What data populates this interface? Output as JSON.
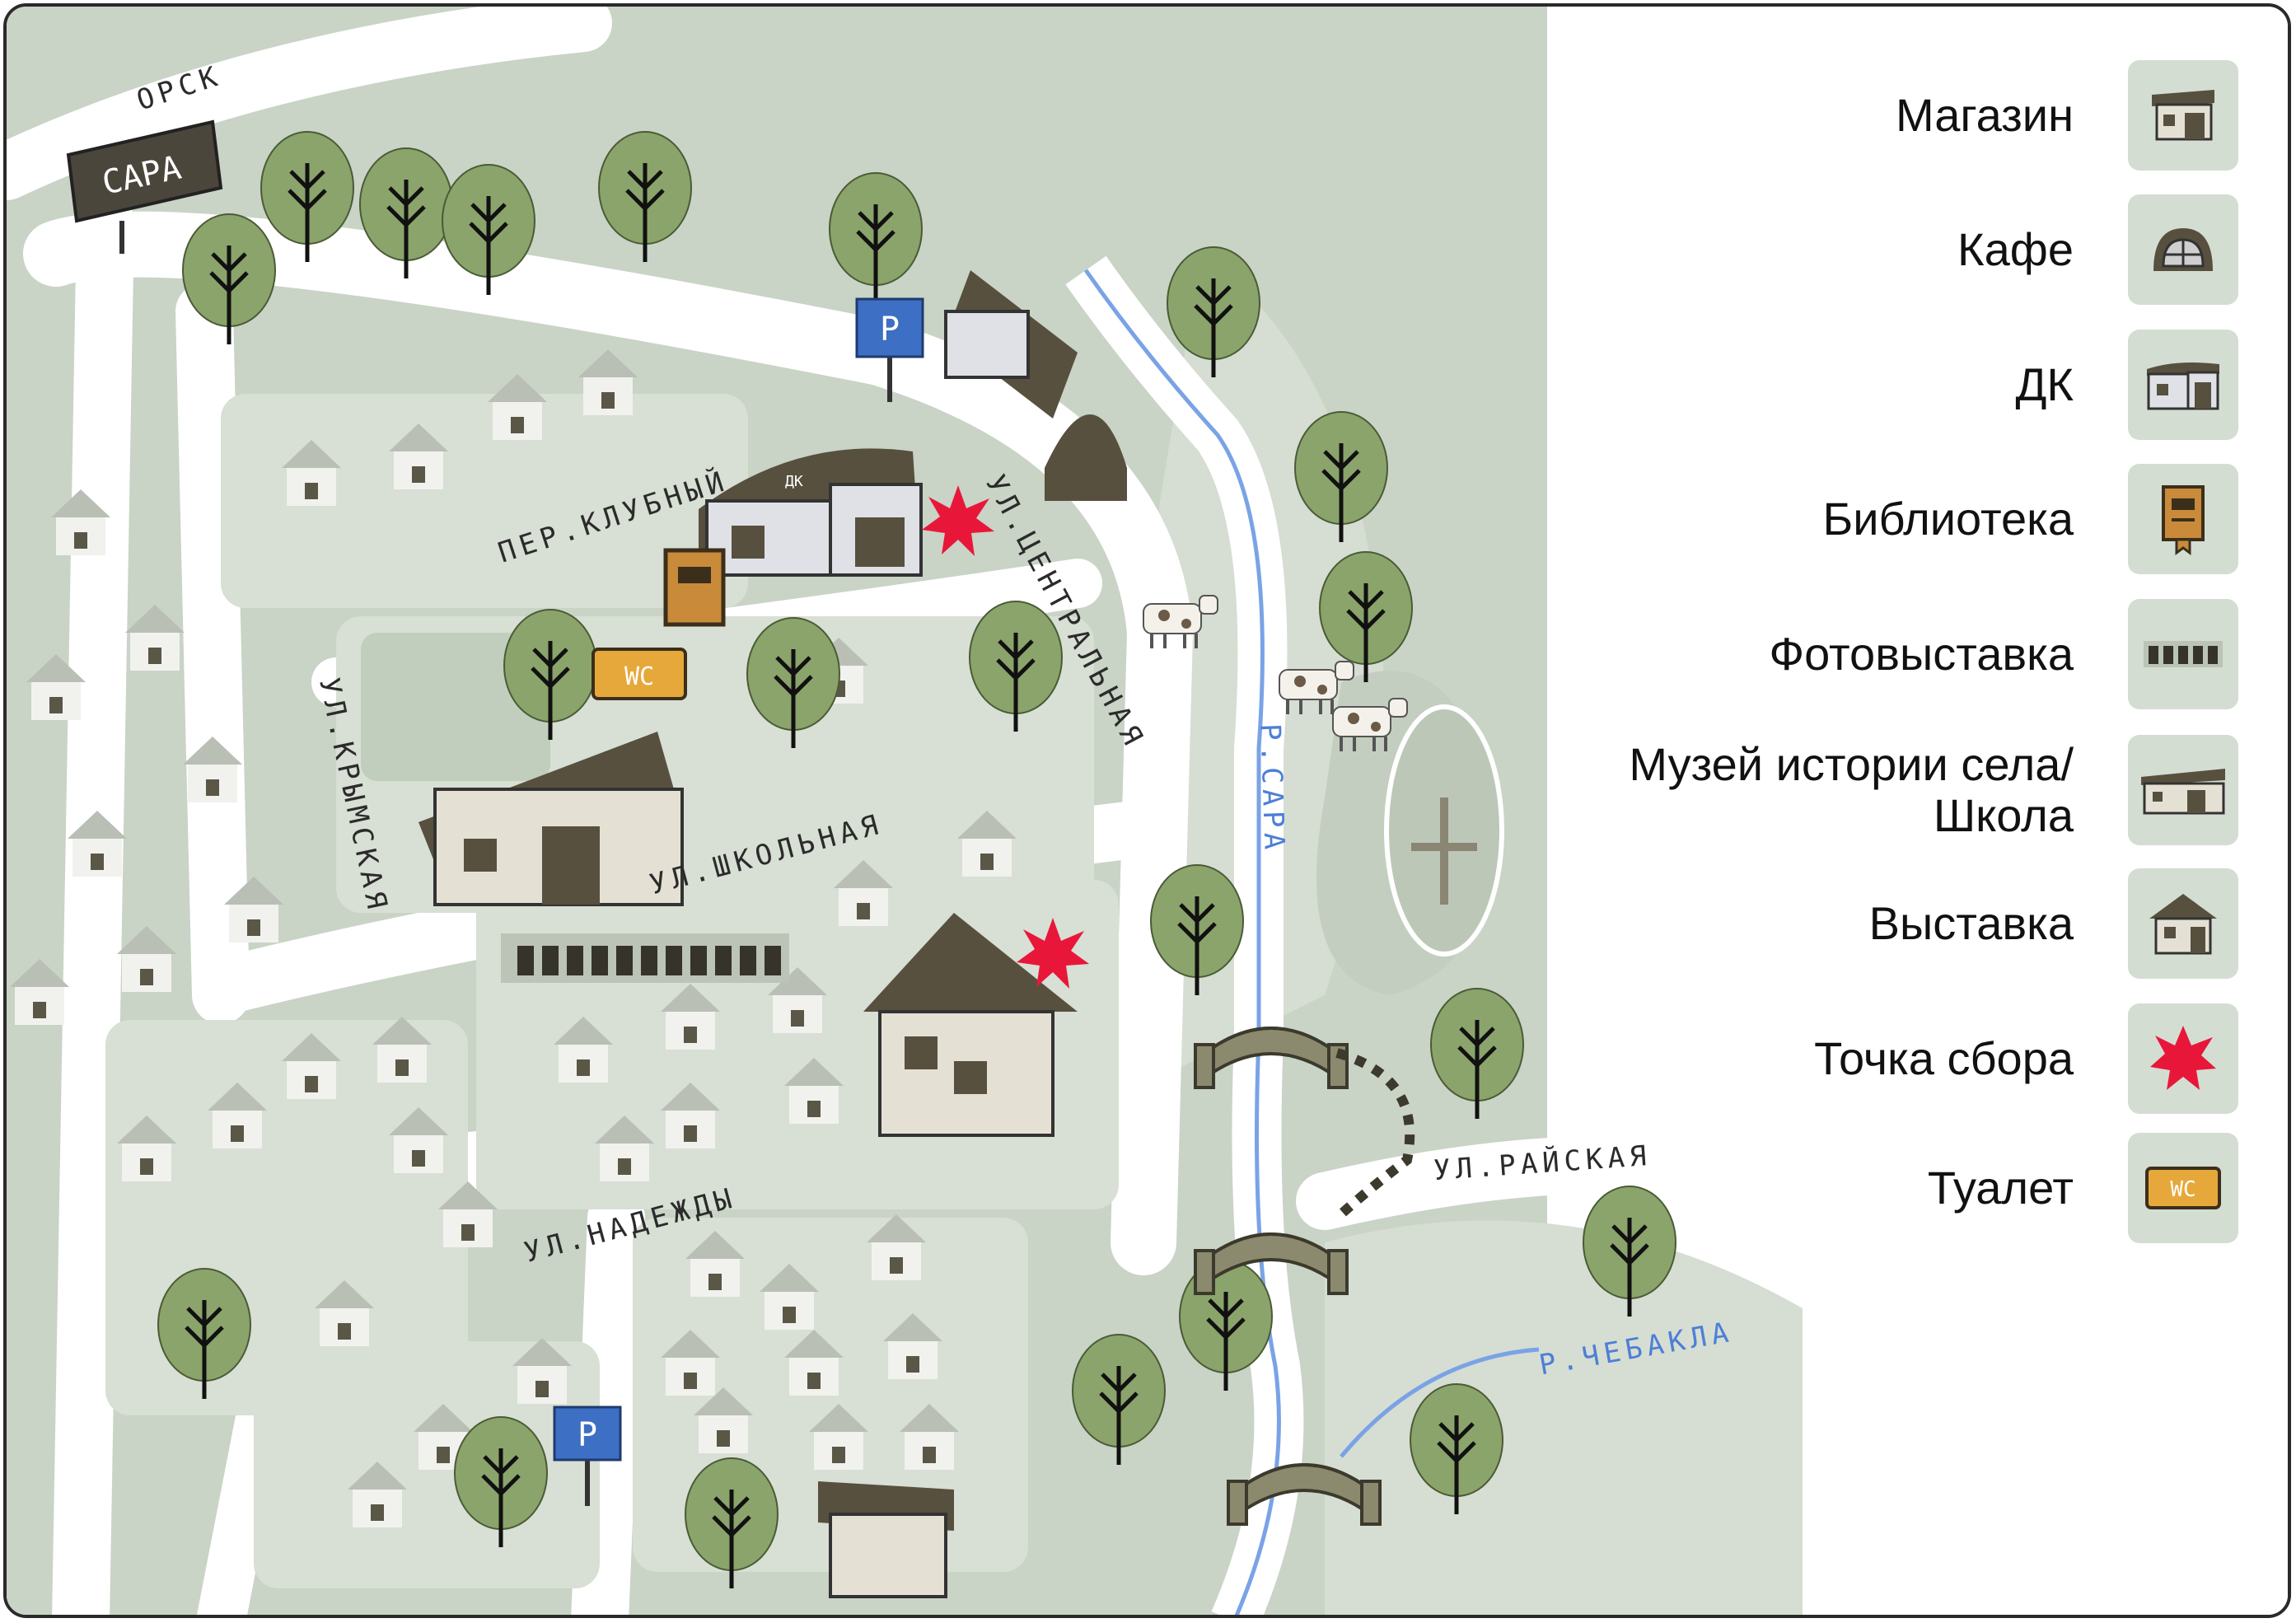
{
  "sign": {
    "place": "САРА",
    "direction": "ОРСК"
  },
  "streets": {
    "klubny": "ПЕР.КЛУБНЫЙ",
    "tsentralnaya": "УЛ.ЦЕНТРАЛЬНАЯ",
    "krymskaya": "УЛ.КРЫМСКАЯ",
    "shkolnaya": "УЛ.ШКОЛЬНАЯ",
    "nadezhdy": "УЛ.НАДЕЖДЫ",
    "rayskaya": "УЛ.РАЙСКАЯ"
  },
  "rivers": {
    "sara": "Р.САРА",
    "chebakla": "Р.ЧЕБАКЛА"
  },
  "building_labels": {
    "dk": "ДК",
    "wc": "WC",
    "parking": "P"
  },
  "legend": [
    {
      "label": "Магазин",
      "icon": "shop-icon"
    },
    {
      "label": "Кафе",
      "icon": "cafe-icon"
    },
    {
      "label": "ДК",
      "icon": "culture-house-icon"
    },
    {
      "label": "Библиотека",
      "icon": "library-icon"
    },
    {
      "label": "Фотовыставка",
      "icon": "photo-exhibition-icon"
    },
    {
      "label": "Музей истории села/ Школа",
      "icon": "museum-school-icon"
    },
    {
      "label": "Выставка",
      "icon": "exhibition-icon"
    },
    {
      "label": "Точка сбора",
      "icon": "meeting-point-star-icon"
    },
    {
      "label": "Туалет",
      "icon": "toilet-icon"
    }
  ],
  "colors": {
    "ground": "#c9d3c6",
    "block": "#d8dfd4",
    "road": "#ffffff",
    "tree": "#8aa46b",
    "building": "#57503f",
    "accent_red": "#e8173a",
    "wc": "#e6a83a",
    "parking": "#3d6fc4",
    "river": "#7aa3e6"
  }
}
